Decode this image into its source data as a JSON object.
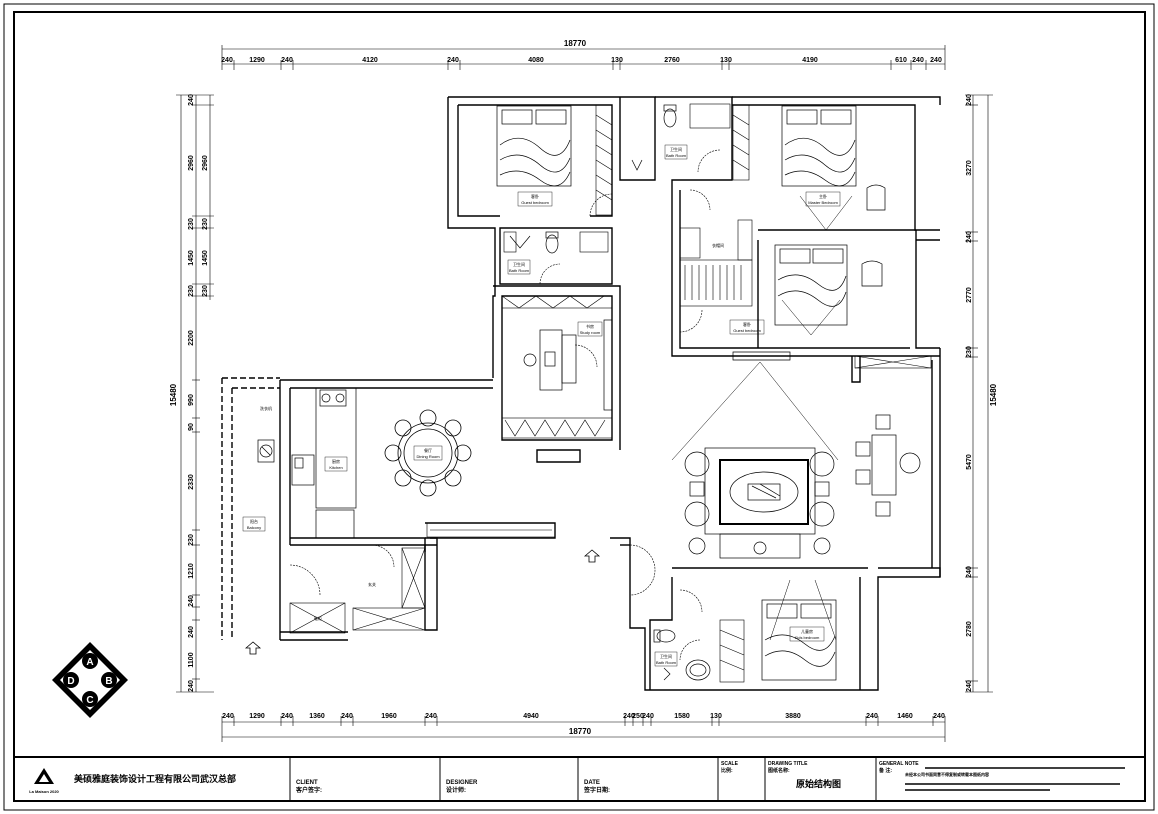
{
  "dimensions": {
    "top_total": "18770",
    "top_segments": [
      "240",
      "1290",
      "240",
      "4120",
      "240",
      "4080",
      "130",
      "2760",
      "130",
      "4190",
      "610",
      "240",
      "240"
    ],
    "bottom_total": "18770",
    "bottom_segments": [
      "240",
      "1290",
      "240",
      "1360",
      "240",
      "1960",
      "240",
      "4940",
      "240",
      "250",
      "240",
      "1580",
      "130",
      "3880",
      "240",
      "1460",
      "240"
    ],
    "left_total": "15480",
    "left_outer": [
      "240",
      "2960",
      "230",
      "1450",
      "230",
      "2200",
      "990",
      "90",
      "2330",
      "230",
      "1210",
      "240",
      "240",
      "1100",
      "240"
    ],
    "left_inner": [
      "2960",
      "230",
      "1450",
      "230"
    ],
    "right_total": "15480",
    "right_segments": [
      "240",
      "3270",
      "240",
      "2770",
      "230",
      "5470",
      "240",
      "2780",
      "240"
    ]
  },
  "rooms": {
    "guest_bedroom_top": {
      "cn": "客卧",
      "en": "Guest bedroom"
    },
    "bath_top_left": {
      "cn": "卫生间",
      "en": "Bath Room"
    },
    "bath_top_mid": {
      "cn": "卫生间",
      "en": "Bath Room"
    },
    "master_bedroom": {
      "cn": "主卧",
      "en": "Master Bedroom"
    },
    "cloakroom": {
      "cn": "衣帽间"
    },
    "guest_bedroom_right": {
      "cn": "客卧",
      "en": "Guest bedroom"
    },
    "study": {
      "cn": "书房",
      "en": "Study room"
    },
    "dining": {
      "cn": "餐厅",
      "en": "Dining Room"
    },
    "kitchen": {
      "cn": "厨房",
      "en": "Kitchen"
    },
    "balcony": {
      "cn": "阳台",
      "en": "Balcony"
    },
    "washer": {
      "cn": "洗衣机"
    },
    "entry": {
      "cn": "玄关"
    },
    "shoe": {
      "cn": "鞋柜"
    },
    "kids_bedroom": {
      "cn": "儿童房",
      "en": "Kids bedroom"
    },
    "bath_bottom": {
      "cn": "卫生间",
      "en": "Bath Room"
    }
  },
  "compass": {
    "a": "A",
    "b": "B",
    "c": "C",
    "d": "D"
  },
  "title_block": {
    "company": "美硕雅庭装饰设计工程有限公司武汉总部",
    "logo_caption": "La Maison 2020",
    "client_en": "CLIENT",
    "client_cn": "客户签字:",
    "designer_en": "DESIGNER",
    "designer_cn": "设计师:",
    "date_en": "DATE",
    "date_cn": "签字日期:",
    "scale_en": "SCALE",
    "scale_cn": "比例:",
    "drawing_title_en": "DRAWING TITLE",
    "drawing_title_cn": "图纸名称:",
    "drawing_title_value": "原始结构图",
    "notes_en": "GENERAL NOTE",
    "notes_cn": "备 注:",
    "notes_text": "未经本公司书面同意不得复制或转载本图纸内容"
  },
  "colors": {
    "line": "#000000",
    "paper": "#ffffff"
  }
}
